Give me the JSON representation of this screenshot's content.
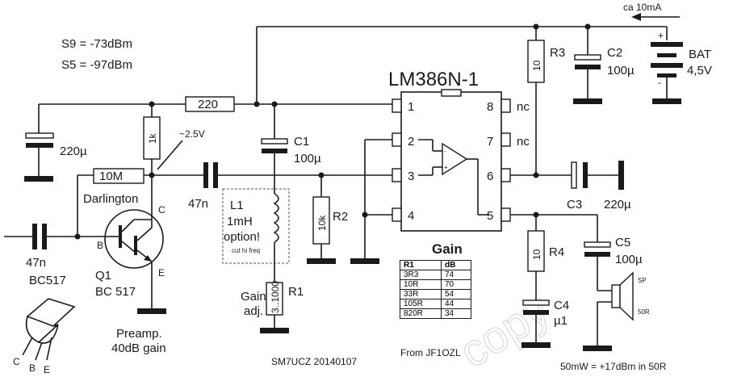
{
  "title_ic": "LM386N-1",
  "signal_levels": {
    "s9": "S9 = -73dBm",
    "s5": "S5 = -97dBm"
  },
  "current": "ca 10mA",
  "battery": {
    "name": "BAT",
    "voltage": "4,5V",
    "plus": "+",
    "minus": "-"
  },
  "r3": {
    "name": "R3",
    "value": "10"
  },
  "c2": {
    "name": "C2",
    "value": "100µ"
  },
  "r220": "220",
  "c220": "220µ",
  "r1k": "1k",
  "v25": "~2.5V",
  "r10m": "10M",
  "darlington": "Darlington",
  "c47a": "47n",
  "c47b": "47n",
  "q1": {
    "name": "Q1",
    "type": "BC 517",
    "pin_b": "B",
    "pin_c": "C",
    "pin_e": "E"
  },
  "bc517": {
    "name": "BC517",
    "pins": [
      "C",
      "B",
      "E"
    ]
  },
  "preamp": {
    "line1": "Preamp.",
    "line2": "40dB gain"
  },
  "c1": {
    "name": "C1",
    "value": "100µ"
  },
  "l1": {
    "name": "L1",
    "value": "1mH",
    "note": "option!",
    "sub": "cut hi freq"
  },
  "r2": {
    "name": "R2",
    "value": "10k"
  },
  "r1": {
    "name": "R1",
    "value": "3..1000",
    "adj1": "Gain",
    "adj2": "adj."
  },
  "pins": {
    "p1": "1",
    "p2": "2",
    "p3": "3",
    "p4": "4",
    "p5": "5",
    "p6": "6",
    "p7": "7",
    "p8": "8",
    "nc7": "nc",
    "nc8": "nc"
  },
  "c3": {
    "name": "C3",
    "value": "220µ"
  },
  "r4": {
    "name": "R4",
    "value": "10"
  },
  "c4": {
    "name": "C4",
    "value": "µ1"
  },
  "c5": {
    "name": "C5",
    "value": "100µ"
  },
  "speaker": {
    "label": "SP",
    "imp": "50R"
  },
  "gain": {
    "title": "Gain",
    "headers": [
      "R1",
      "dB"
    ],
    "rows": [
      [
        "3R3",
        "74"
      ],
      [
        "10R",
        "70"
      ],
      [
        "33R",
        "54"
      ],
      [
        "105R",
        "44"
      ],
      [
        "820R",
        "34"
      ]
    ],
    "source": "From JF1OZL"
  },
  "credit": "SM7UCZ 20140107",
  "output": "50mW = +17dBm  in 50R",
  "watermark": "copy"
}
